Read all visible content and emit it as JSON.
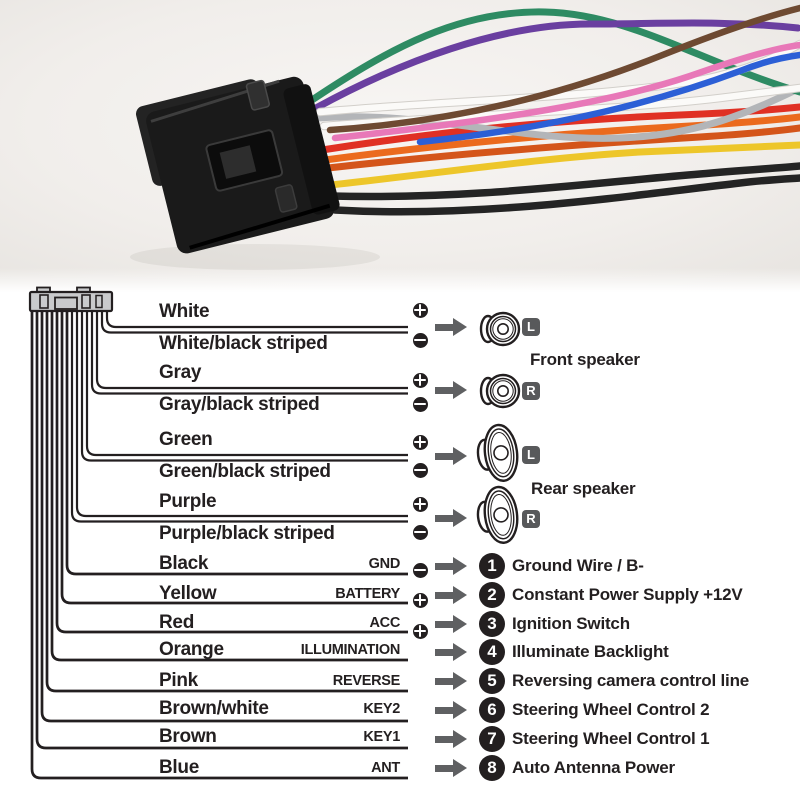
{
  "photo": {
    "background_color": "#f2efec",
    "connector_color": "#1a1a1a",
    "wire_colors": {
      "green": "#2e8b63",
      "purple": "#6a3fa0",
      "brown": "#6e4a32",
      "pink": "#e878b8",
      "blue": "#2c5fd6",
      "white": "#fbfaf8",
      "white_edge": "#d2cfca",
      "gray": "#b3b5b8",
      "red": "#e03024",
      "orange": "#eb6a1e",
      "dark_orange": "#d4551a",
      "yellow": "#edc62a",
      "black": "#242424"
    }
  },
  "diagram": {
    "ink_color": "#231f20",
    "arrow_color": "#5f6062",
    "badge_color": "#58595b",
    "connector_fill": "#c9cacc",
    "speaker_pairs": [
      {
        "positive_label": "White",
        "negative_label": "White/black striped",
        "channel": "L"
      },
      {
        "positive_label": "Gray",
        "negative_label": "Gray/black striped",
        "channel": "R"
      },
      {
        "positive_label": "Green",
        "negative_label": "Green/black striped",
        "channel": "L"
      },
      {
        "positive_label": "Purple",
        "negative_label": "Purple/black striped",
        "channel": "R"
      }
    ],
    "front_speaker_caption": "Front speaker",
    "rear_speaker_caption": "Rear speaker",
    "power_rows": [
      {
        "label": "Black",
        "terminal": "GND",
        "polarity": "minus",
        "number": "1",
        "description": "Ground Wire / B-"
      },
      {
        "label": "Yellow",
        "terminal": "BATTERY",
        "polarity": "plus",
        "number": "2",
        "description": "Constant Power Supply +12V"
      },
      {
        "label": "Red",
        "terminal": "ACC",
        "polarity": "plus",
        "number": "3",
        "description": "Ignition Switch"
      },
      {
        "label": "Orange",
        "terminal": "ILLUMINATION",
        "polarity": "",
        "number": "4",
        "description": "Illuminate Backlight"
      },
      {
        "label": "Pink",
        "terminal": "REVERSE",
        "polarity": "",
        "number": "5",
        "description": "Reversing camera control line"
      },
      {
        "label": "Brown/white",
        "terminal": "KEY2",
        "polarity": "",
        "number": "6",
        "description": "Steering Wheel Control 2"
      },
      {
        "label": "Brown",
        "terminal": "KEY1",
        "polarity": "",
        "number": "7",
        "description": "Steering Wheel Control 1"
      },
      {
        "label": "Blue",
        "terminal": "ANT",
        "polarity": "",
        "number": "8",
        "description": "Auto  Antenna Power"
      }
    ]
  }
}
